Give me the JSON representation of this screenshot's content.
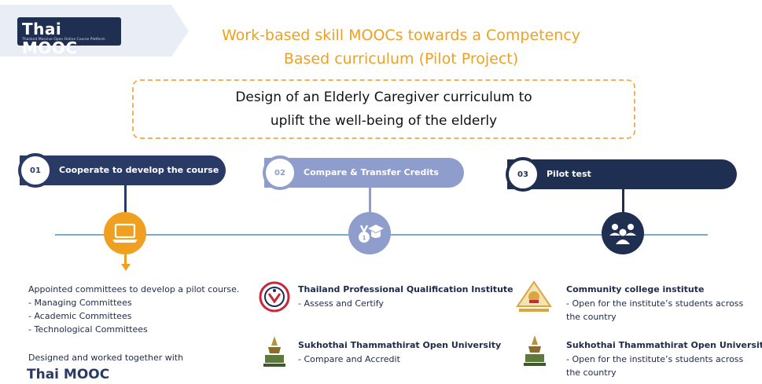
{
  "logo": {
    "name": "Thai MOOC",
    "tagline": "Thailand Massive Open Online Course Platform",
    "footer_name": "Thai MOOC"
  },
  "title": {
    "line1": "Work-based skill MOOCs towards a Competency",
    "line2": "Based curriculum (Pilot Project)"
  },
  "focus": {
    "line1": "Design of an Elderly Caregiver curriculum to",
    "line2": "uplift the well-being of the elderly"
  },
  "colors": {
    "accent_orange": "#f0a020",
    "step1": "#2a3a66",
    "step2": "#8e9dcc",
    "step3": "#1f2f52",
    "timeline": "#7aa9c9"
  },
  "steps": [
    {
      "number": "01",
      "label": "Cooperate to develop the course",
      "icon": "laptop-icon",
      "details": {
        "intro": "Appointed committees  to develop a pilot course.",
        "items": [
          "- Managing Committees",
          "- Academic Committees",
          "- Technological Committees"
        ],
        "footer": "Designed and worked together with"
      }
    },
    {
      "number": "02",
      "label": "Compare & Transfer Credits",
      "icon": "graduation-medal-icon",
      "partners": [
        {
          "name": "Thailand Professional Qualification Institute",
          "note": "- Assess and Certify",
          "seal": "tpqi-seal-icon"
        },
        {
          "name": "Sukhothai Thammathirat Open University",
          "note": "- Compare and Accredit",
          "seal": "stou-seal-icon"
        }
      ]
    },
    {
      "number": "03",
      "label": "Pilot test",
      "icon": "group-people-icon",
      "partners": [
        {
          "name": "Community college institute",
          "note1": "- Open for the institute’s students across",
          "note2": "the country",
          "seal": "community-college-seal-icon"
        },
        {
          "name": "Sukhothai Thammathirat Open University",
          "note1": "- Open for the institute’s students across",
          "note2": "the country",
          "seal": "stou-seal-icon"
        }
      ]
    }
  ]
}
